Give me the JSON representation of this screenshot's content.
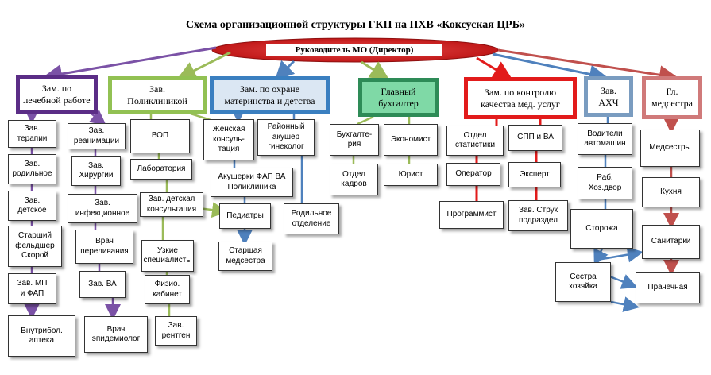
{
  "title": "Схема организационной структуры ГКП на ПХВ «Коксуская ЦРБ»",
  "director": "Руководитель МО (Директор)",
  "heads": {
    "med": "Зам. по\nлечебной работе",
    "poly": "Зав.\nПоликлиникой",
    "mat": "Зам. по охране\nматеринства и детства",
    "acc": "Главный\nбухгалтер",
    "qual": "Зам. по контролю\nкачества мед. услуг",
    "ahc": "Зав. АХЧ",
    "nurse": "Гл.\nмедсестра"
  },
  "nodes": {
    "therapy": "Зав.\nтерапии",
    "maternity_ward": "Зав.\nродильное",
    "children": "Зав.\nдетское",
    "feldsher": "Старший\nфельдшер\nСкорой",
    "mp_fap": "Зав. МП\nи ФАП",
    "pharmacy": "Внутрибол.\nаптека",
    "reanimation": "Зав.\nреанимации",
    "surgery": "Зав.\nХирургии",
    "infection": "Зав.\nинфекционное",
    "transfusion": "Врач\nпереливания",
    "va": "Зав. ВА",
    "epidemiologist": "Врач\nэпидемиолог",
    "vop": "ВОП",
    "laboratory": "Лаборатория",
    "child_consult": "Зав. детская\nконсультация",
    "specialists": "Узкие\nспециалисты",
    "physio": "Физио.\nкабинет",
    "xray": "Зав.\nрентген",
    "womens_consult": "Женская\nконсуль-\nтация",
    "district_obgyn": "Районный\nакушер\nгинеколог",
    "midwives": "Акушерки ФАП ВА\nПоликлиника",
    "pediatricians": "Педиатры",
    "senior_nurse": "Старшая\nмедсестра",
    "maternity_dept": "Родильное\nотделение",
    "bookkeeping": "Бухгалте-\nрия",
    "personnel": "Отдел\nкадров",
    "economist": "Экономист",
    "lawyer": "Юрист",
    "statistics": "Отдел\nстатистики",
    "operator": "Оператор",
    "programmer": "Программист",
    "spp_va": "СПП и ВА",
    "expert": "Эксперт",
    "struct_head": "Зав. Струк\nподраздел",
    "drivers": "Водители\nавтомашин",
    "yard_workers": "Раб.\nХоз.двор",
    "guards": "Сторожа",
    "housekeeper": "Сестра\nхозяйка",
    "nurses": "Медсестры",
    "kitchen": "Кухня",
    "orderlies": "Санитарки",
    "laundry": "Прачечная"
  },
  "colors": {
    "purple": "#7b52a6",
    "green": "#9bbb59",
    "blue": "#4f81bd",
    "red": "#e21b1b",
    "rose": "#c0504d",
    "director_fill": "#d42020"
  }
}
